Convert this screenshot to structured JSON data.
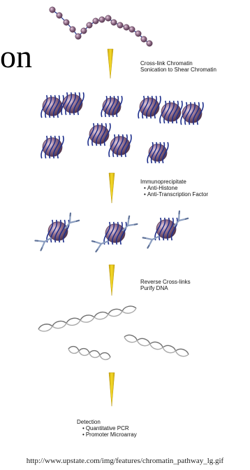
{
  "title_fragment": "on",
  "steps": [
    {
      "lines": [
        "Cross-link Chromatin",
        "Sonication to Shear Chromatin"
      ]
    },
    {
      "lines": [
        "Immunoprecipitate"
      ],
      "bullets": [
        "Anti-Histone",
        "Anti-Transcription Factor"
      ]
    },
    {
      "lines": [
        "Reverse Cross-links",
        "Purify DNA"
      ]
    },
    {
      "lines": [
        "Detection"
      ],
      "bullets": [
        "Quantitative PCR",
        "Promoter Microarray"
      ]
    }
  ],
  "source_url": "http://www.upstate.com/img/features/chromatin_pathway_lg.gif",
  "colors": {
    "nucleosome": "#9a7591",
    "nucleosome_dark": "#5e3f58",
    "dna_wrap": "#1e2f8c",
    "arrow": "#f0cf1a",
    "antibody": "#8a9dbf",
    "dna_helix": "#8f8f8f"
  },
  "icons": [
    "nucleosome-chain-icon",
    "nucleosome-icon",
    "antibody-icon",
    "dna-helix-icon",
    "arrow-down-icon"
  ]
}
